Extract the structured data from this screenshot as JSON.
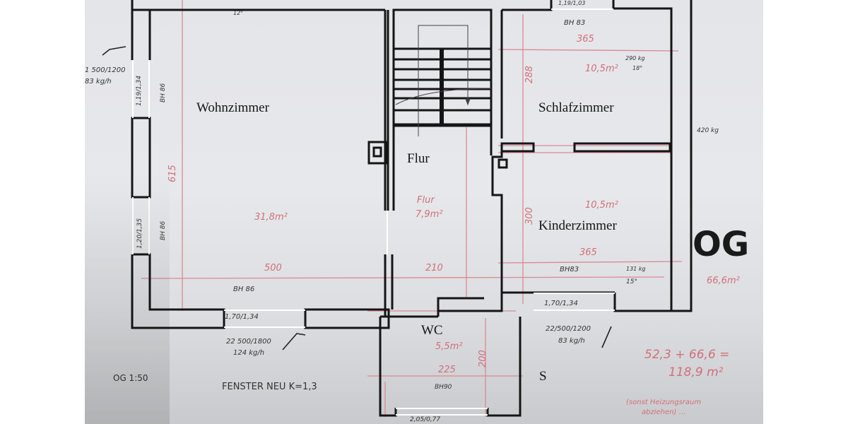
{
  "plan": {
    "floor_label": "OG",
    "scale_label": "OG 1:50",
    "window_note": "FENSTER NEU K=1,3",
    "total_floor_area": "66,6m²",
    "sum_calc_line1": "52,3 + 66,6 =",
    "sum_calc_line2": "118,9 m²",
    "sum_note_line1": "(sonst Heizungsraum",
    "sum_note_line2": "abziehen) …",
    "compass_south": "S",
    "wall_note_right": "420 kg"
  },
  "rooms": {
    "wohnzimmer": {
      "name": "Wohnzimmer",
      "area": "31,8m²",
      "width": "500",
      "depth": "615",
      "bh_bottom": "BH 86",
      "bh_left": "BH 86",
      "top_note": "12°"
    },
    "flur": {
      "name": "Flur",
      "area_label": "Flur",
      "area": "7,9m²",
      "width": "210"
    },
    "schlafzimmer": {
      "name": "Schlafzimmer",
      "area": "10,5m²",
      "width": "365",
      "depth": "288",
      "bh": "BH 83",
      "radiator": "290 kg",
      "temp": "18°"
    },
    "kinderzimmer": {
      "name": "Kinderzimmer",
      "area": "10,5m²",
      "width": "365",
      "depth": "300",
      "bh": "BH83",
      "radiator": "131 kg",
      "temp": "15°"
    },
    "wc": {
      "name": "WC",
      "area": "5,5m²",
      "width": "225",
      "depth": "200",
      "bh": "BH90",
      "window_bottom": "2,05/0,77"
    }
  },
  "windows": {
    "west_upper": {
      "size": "1,19/1,34",
      "bh": "BH 86",
      "spec1": "1 500/1200",
      "spec2": "83 kg/h"
    },
    "west_lower": {
      "size": "1,20/1,35"
    },
    "south_living": {
      "size": "1,70/1,34",
      "spec1": "22 500/1800",
      "spec2": "124 kg/h"
    },
    "south_kids": {
      "size": "1,70/1,34",
      "spec1": "22/500/1200",
      "spec2": "83 kg/h"
    },
    "north_bed": {
      "size": "1,19/1,03"
    }
  },
  "colors": {
    "wall": "#151515",
    "dimension_line": "#d98a92",
    "annotation_red": "#d0707a",
    "paper": "#e6e7ea"
  }
}
